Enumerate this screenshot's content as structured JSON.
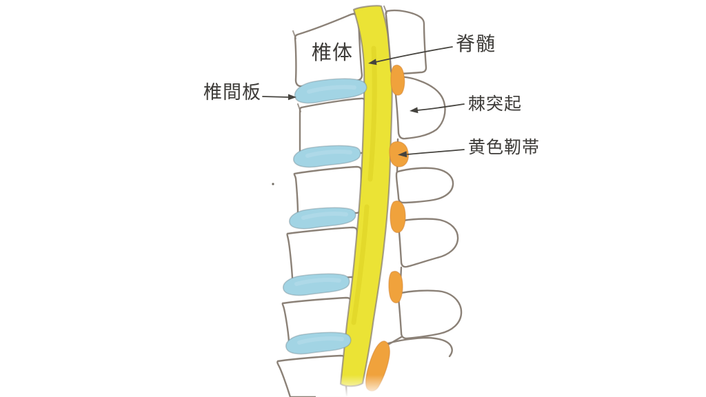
{
  "diagram": {
    "labels": {
      "vertebral_body": "椎体",
      "spinal_cord": "脊髄",
      "intervertebral_disc": "椎間板",
      "spinous_process": "棘突起",
      "ligamentum_flavum": "黄色靭帯"
    },
    "colors": {
      "disc": "#a2d4e4",
      "disc_highlight": "#c6e4ef",
      "cord": "#ebe335",
      "cord_shade": "#ddd222",
      "ligament": "#f0a23c",
      "ligament_edge": "#d18334",
      "outline": "#8b8177",
      "text": "#3d3b38",
      "leader": "#45433e",
      "background": "#ffffff"
    },
    "element_counts": {
      "vertebral_bodies": 6,
      "intervertebral_discs": 5,
      "ligamentum_flavum_segments": 5,
      "spinous_processes": 5
    }
  }
}
